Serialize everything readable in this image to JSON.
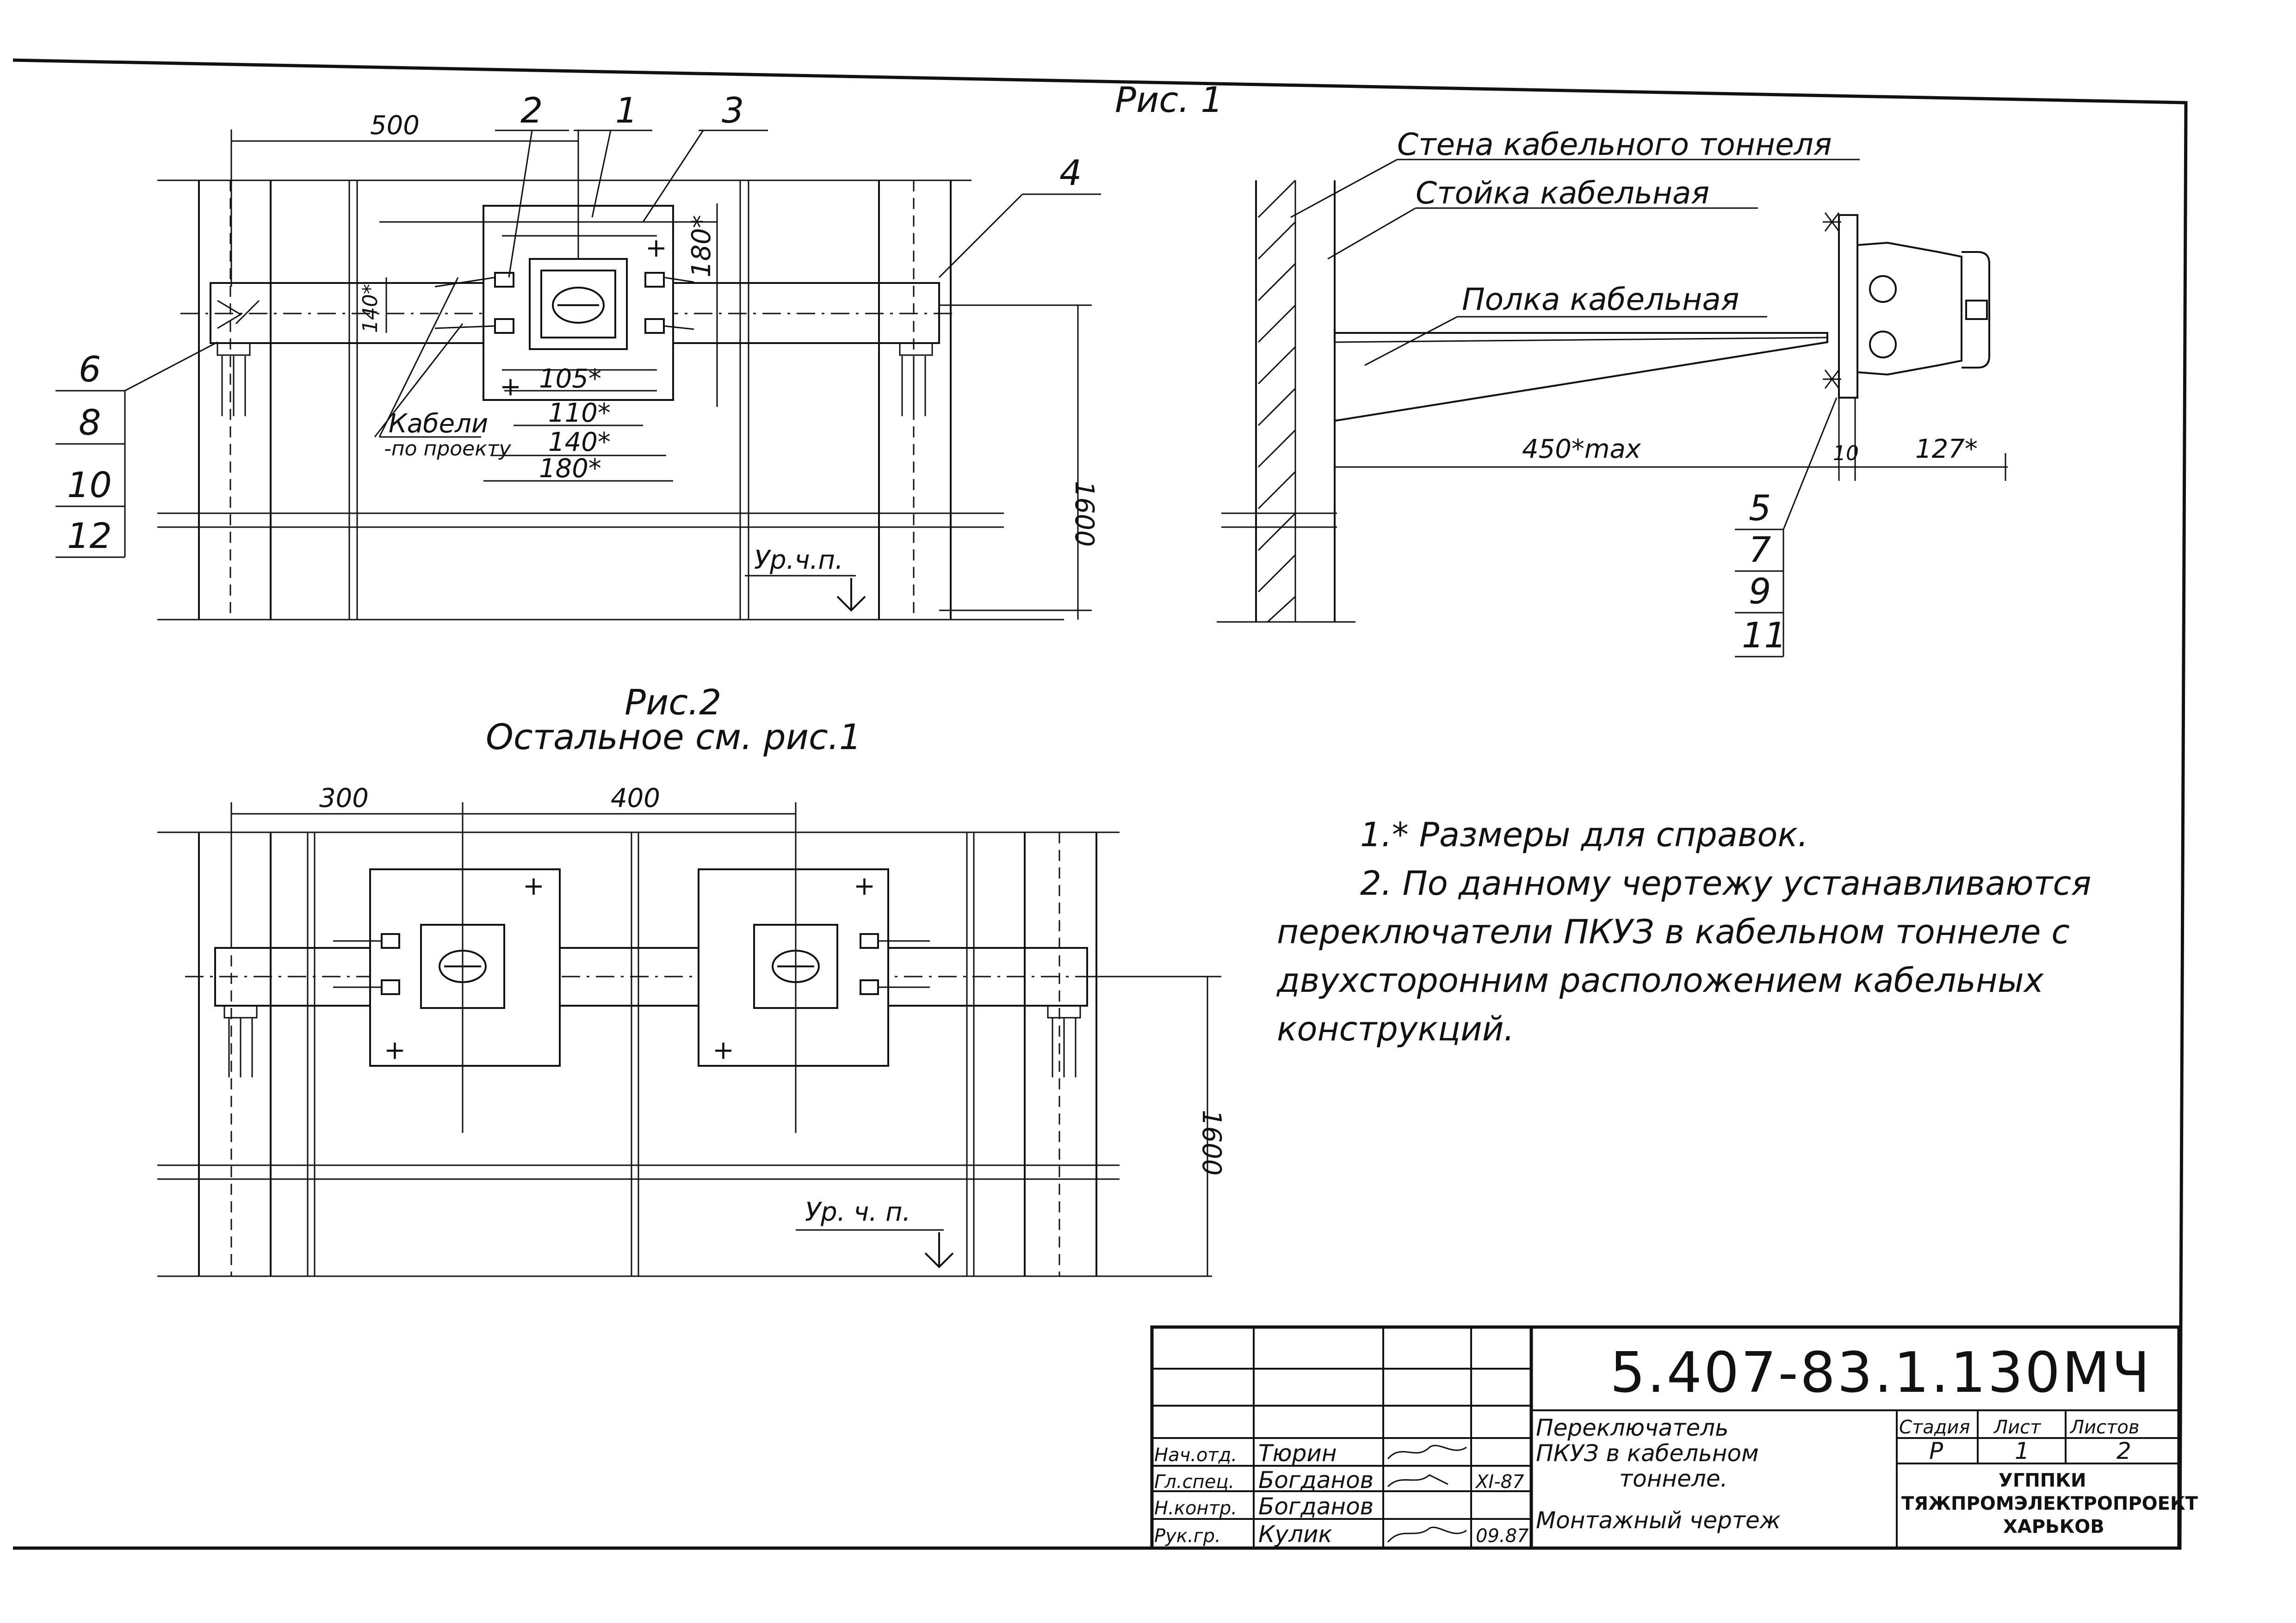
{
  "fig1": {
    "title": "Рис. 1",
    "dims": {
      "d500": "500",
      "d140": "140*",
      "d180v": "180*",
      "d105": "105*",
      "d110": "110*",
      "d140h": "140*",
      "d180h": "180*",
      "d1600": "1600"
    },
    "cables_label": "Кабели",
    "cables_sub": "-по проекту",
    "level_label": "Ур.ч.п.",
    "callouts_top": [
      "2",
      "1",
      "3",
      "4"
    ],
    "callouts_left": [
      "6",
      "8",
      "10",
      "12"
    ]
  },
  "side_view": {
    "wall_label": "Стена кабельного тоннеля",
    "rack_label": "Стойка кабельная",
    "shelf_label": "Полка кабельная",
    "dim_450": "450*max",
    "dim_10": "10",
    "dim_127": "127*",
    "callouts": [
      "5",
      "7",
      "9",
      "11"
    ]
  },
  "fig2": {
    "title": "Рис.2",
    "subtitle": "Остальное см. рис.1",
    "dim_300": "300",
    "dim_400": "400",
    "dim_1600": "1600",
    "level_label": "Ур. ч. п."
  },
  "notes": {
    "line1": "1.* Размеры для справок.",
    "line2": "2. По данному чертежу устанавливаются",
    "line3": "переключатели ПКУЗ в кабельном тоннеле с",
    "line4": "двухсторонним расположением кабельных",
    "line5": "конструкций."
  },
  "title_block": {
    "code": "5.407-83.1.130МЧ",
    "roles": [
      "Нач.отд.",
      "Гл.спец.",
      "Н.контр.",
      "Рук.гр."
    ],
    "names": [
      "Тюрин",
      "Богданов",
      "Богданов",
      "Кулик"
    ],
    "dates": [
      "XI-87",
      "09.87"
    ],
    "desc1": "Переключатель",
    "desc2": "ПКУЗ в кабельном",
    "desc3": "тоннеле.",
    "desc4": "Монтажный чертеж",
    "h_stage": "Стадия",
    "h_sheet": "Лист",
    "h_sheets": "Листов",
    "v_stage": "Р",
    "v_sheet": "1",
    "v_sheets": "2",
    "org1": "УГППКИ",
    "org2": "ТЯЖПРОМЭЛЕКТРОПРОЕКТ",
    "org3": "ХАРЬКОВ"
  }
}
